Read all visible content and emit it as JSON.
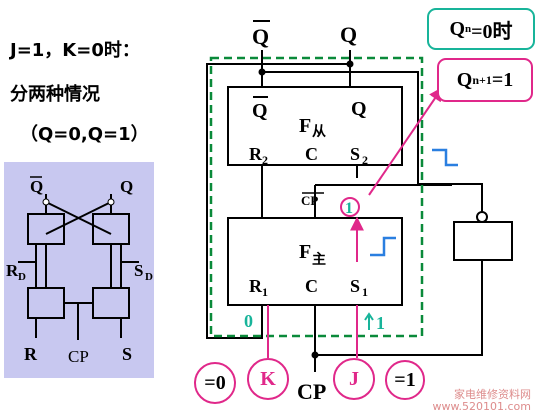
{
  "intro": {
    "condition": "J=1，K=0时：",
    "cases_line": "分两种情况",
    "cases_values": "（Q=0,Q=1）"
  },
  "mini_circuit": {
    "q_bar": "Q",
    "q": "Q",
    "rd": "R",
    "rd_sub": "D",
    "sd": "S",
    "sd_sub": "D",
    "r": "R",
    "cp": "CP",
    "s": "S"
  },
  "main_circuit": {
    "top_q_bar": "Q",
    "top_q": "Q",
    "slave": {
      "q_bar": "Q",
      "q": "Q",
      "name": "F",
      "name_sub": "从",
      "r2": "R",
      "r2_sub": "2",
      "c": "C",
      "s2": "S",
      "s2_sub": "2"
    },
    "cp_bar": "CP",
    "master": {
      "name": "F",
      "name_sub": "主",
      "r1": "R",
      "r1_sub": "1",
      "c": "C",
      "s1": "S",
      "s1_sub": "1"
    },
    "signal_s1": "1",
    "signal_r1": "0",
    "signal_s1_low": "1",
    "bottom_cp": "CP"
  },
  "callouts": {
    "qn": "Q",
    "qn_sub": "n",
    "qn_suffix": "=0时",
    "qn1": "Q",
    "qn1_sub": "n+1",
    "qn1_suffix": "=1"
  },
  "inputs": {
    "k_value": "=0",
    "k_label": "K",
    "j_label": "J",
    "j_value": "=1"
  },
  "watermark": {
    "line1": "家电维修资料网",
    "line2": "www.520101.com"
  },
  "colors": {
    "magenta": "#e0288a",
    "teal": "#18b49a",
    "blue": "#2a7fe0",
    "mini_bg": "#c8c8f0"
  }
}
